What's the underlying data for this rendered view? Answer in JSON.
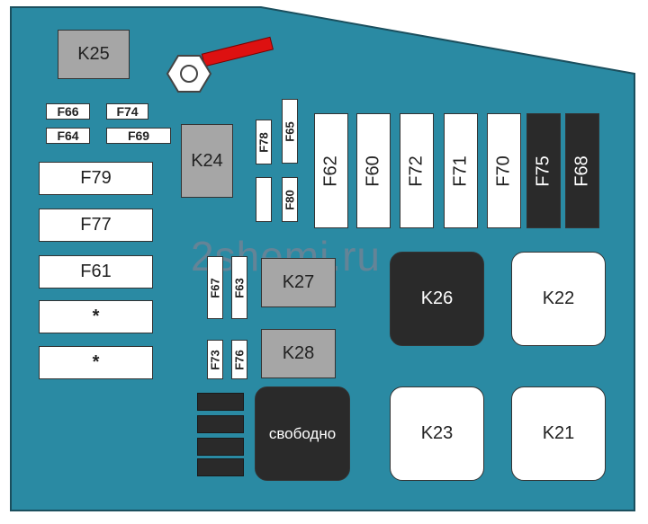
{
  "colors": {
    "board": "#2a8aa3",
    "relay_gray": "#a6a6a6",
    "fuse_dark": "#2a2a2a",
    "lever": "#dd1111"
  },
  "watermark": "2shemi.ru",
  "relays": {
    "k25": "K25",
    "k24": "K24",
    "k27": "K27",
    "k28": "K28",
    "k26": "K26",
    "k22": "K22",
    "k23": "K23",
    "k21": "K21",
    "free": "свободно"
  },
  "small_fuses": {
    "f66": "F66",
    "f74": "F74",
    "f64": "F64",
    "f69": "F69",
    "f78": "F78",
    "f65": "F65",
    "f80": "F80",
    "f67": "F67",
    "f63": "F63",
    "f73": "F73",
    "f76": "F76"
  },
  "left_fuses": {
    "f79": "F79",
    "f77": "F77",
    "f61": "F61",
    "star1": "*",
    "star2": "*"
  },
  "maxi_fuses": {
    "f62": "F62",
    "f60": "F60",
    "f72": "F72",
    "f71": "F71",
    "f70": "F70",
    "f75": "F75",
    "f68": "F68"
  }
}
